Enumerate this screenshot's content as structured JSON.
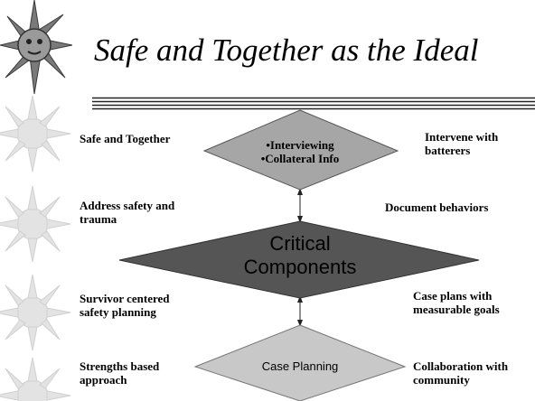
{
  "slide": {
    "title": "Safe and Together as the Ideal"
  },
  "diagram": {
    "top_diamond": {
      "lines": [
        "•Interviewing",
        "•Collateral Info"
      ],
      "fill": "#a6a6a6"
    },
    "center_diamond": {
      "lines": [
        "Critical",
        "Components"
      ],
      "fill": "#555555"
    },
    "bottom_diamond": {
      "lines": [
        "Case Planning"
      ],
      "fill": "#c8c8c8"
    },
    "left_labels": [
      [
        "Safe and Together"
      ],
      [
        "Address safety and",
        "trauma"
      ],
      [
        "Survivor centered",
        "safety planning"
      ],
      [
        "Strengths based",
        "approach"
      ]
    ],
    "right_labels": [
      [
        "Intervene with",
        "batterers"
      ],
      [
        "Document behaviors"
      ],
      [
        "Case plans with",
        "measurable goals"
      ],
      [
        "Collaboration with",
        "community"
      ]
    ]
  }
}
